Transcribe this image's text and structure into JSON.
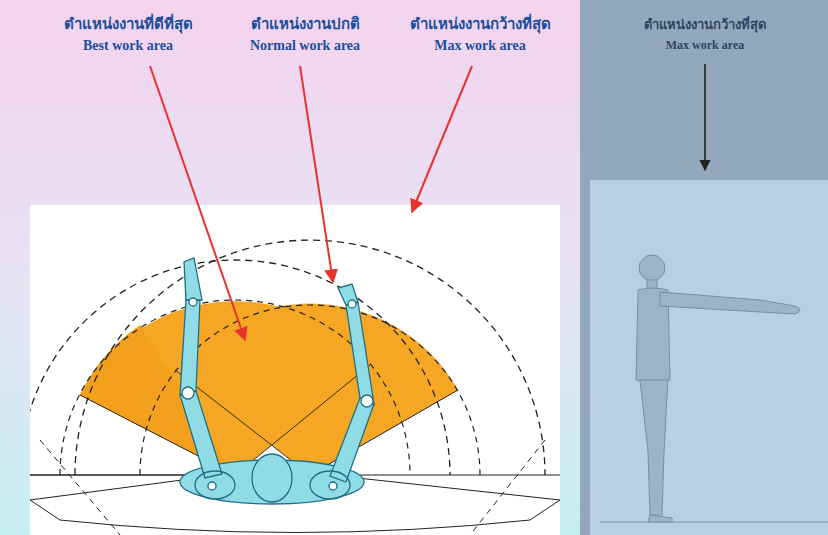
{
  "diagram": {
    "labels": [
      "ตำแหน่งงานที่ดีที่สุด",
      "Best work area",
      "ตำแหน่งงานปกติ",
      "Normal work area",
      "ตำแหน่งงานกว้างที่สุด",
      "Max work area",
      "ตำแหน่งงานกว้างที่สุด",
      "Max work area"
    ]
  }
}
